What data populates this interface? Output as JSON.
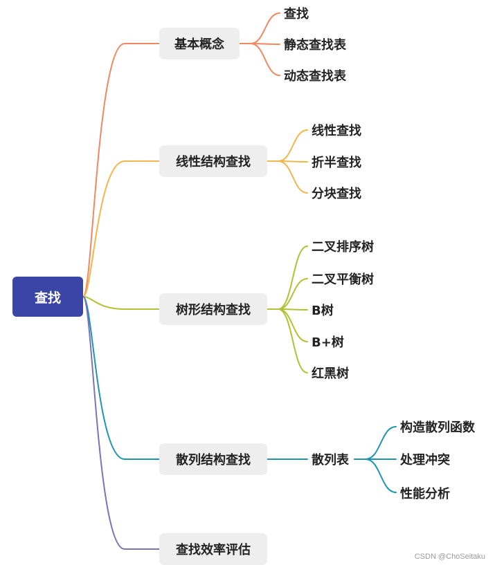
{
  "root": {
    "label": "查找",
    "color": "#3a45a5"
  },
  "branches": [
    {
      "label": "基本概念",
      "color": "#f0875f",
      "children": [
        {
          "label": "查找"
        },
        {
          "label": "静态查找表"
        },
        {
          "label": "动态查找表"
        }
      ]
    },
    {
      "label": "线性结构查找",
      "color": "#f2b54a",
      "children": [
        {
          "label": "线性查找"
        },
        {
          "label": "折半查找"
        },
        {
          "label": "分块查找"
        }
      ]
    },
    {
      "label": "树形结构查找",
      "color": "#b0c232",
      "children": [
        {
          "label": "二叉排序树"
        },
        {
          "label": "二叉平衡树"
        },
        {
          "label": "B树"
        },
        {
          "label": "B+树"
        },
        {
          "label": "红黑树"
        }
      ]
    },
    {
      "label": "散列结构查找",
      "color": "#1c94ae",
      "children": [
        {
          "label": "散列表",
          "children": [
            {
              "label": "构造散列函数"
            },
            {
              "label": "处理冲突"
            },
            {
              "label": "性能分析"
            }
          ]
        }
      ]
    },
    {
      "label": "查找效率评估",
      "color": "#7b72b8",
      "children": []
    }
  ],
  "footer": "CSDN @ChoSeitaku"
}
